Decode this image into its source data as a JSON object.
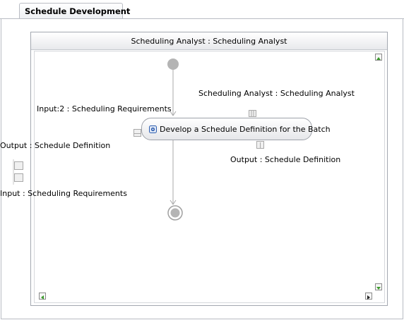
{
  "tab": {
    "title": "Schedule Development",
    "icon": "activity-diagram-icon"
  },
  "lane": {
    "title": "Scheduling Analyst : Scheduling Analyst"
  },
  "task": {
    "label": "Develop a Schedule Definition for the Batch",
    "icon": "task-icon"
  },
  "labels": {
    "performer": "Scheduling Analyst : Scheduling Analyst",
    "task_input": "Input:2 : Scheduling Requirements",
    "task_output": "Output : Schedule Definition",
    "outer_output": "Output : Schedule Definition",
    "outer_input": "Input : Scheduling Requirements"
  },
  "colors": {
    "node_gray": "#b4b4b4",
    "connector": "#a9a9a9",
    "scroll_arrow_green": "#3a9a2a",
    "task_icon_blue": "#2f5fb0"
  }
}
